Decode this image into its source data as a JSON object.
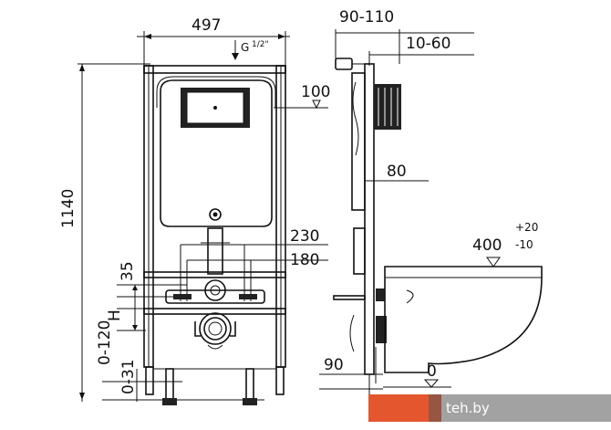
{
  "front_view": {
    "width": "497",
    "height": "1140",
    "water_inlet": "G",
    "water_inlet_fraction": "1/2\"",
    "button_height": "100",
    "drain_spacing_outer": "230",
    "drain_spacing_inner": "180",
    "bracket_height": "35",
    "h_label": "H",
    "adjust_range": "0-120",
    "adjust_range_small": "0-31"
  },
  "side_view": {
    "depth_total": "90-110",
    "depth_wall": "10-60",
    "frame_depth": "80",
    "bowl_height": "400",
    "bowl_tol_plus": "+20",
    "bowl_tol_minus": "-10",
    "floor_offset": "90",
    "floor_level": "0"
  },
  "watermark": {
    "text": "teh.by",
    "color": "#e4572e"
  }
}
